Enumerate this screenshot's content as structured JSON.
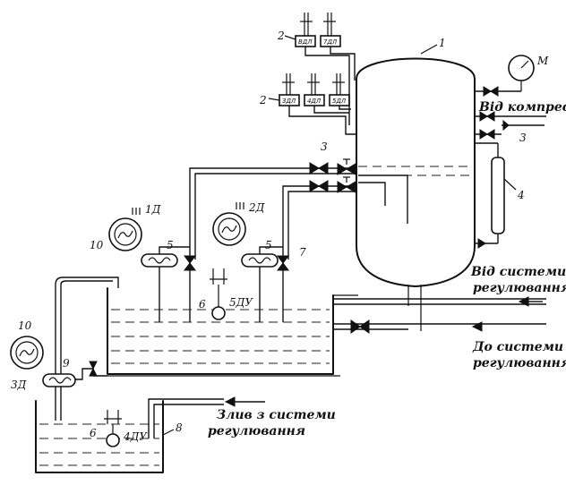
{
  "labels": {
    "from_compressor": "Від компресора",
    "from_control_1": "Від системи",
    "from_control_2": "регулювання",
    "to_control_1": "До системи",
    "to_control_2": "регулювання",
    "drain_1": "Злив з системи",
    "drain_2": "регулювання"
  },
  "markers": {
    "tank": "1",
    "relays_upper": "2",
    "relays_lower": "2",
    "valve_top": "3",
    "valve_right": "3",
    "level_gauge": "4",
    "filter_a": "5",
    "filter_b": "5",
    "float_mid": "6",
    "float_low": "6",
    "valve_7": "7",
    "drain_tank": "8",
    "filter_9": "9",
    "motor_1": "10",
    "motor_2": "10",
    "manometer": "М"
  },
  "device_tags": {
    "relay_1": "ВДЛ",
    "relay_2": "7ДЛ",
    "relay_3": "3ДЛ",
    "relay_4": "4ДЛ",
    "relay_5": "5ДЛ",
    "motor_1d": "1Д",
    "motor_2d": "2Д",
    "motor_3d": "3Д",
    "float_5du": "5ДУ",
    "float_4du": "4ДУ"
  }
}
